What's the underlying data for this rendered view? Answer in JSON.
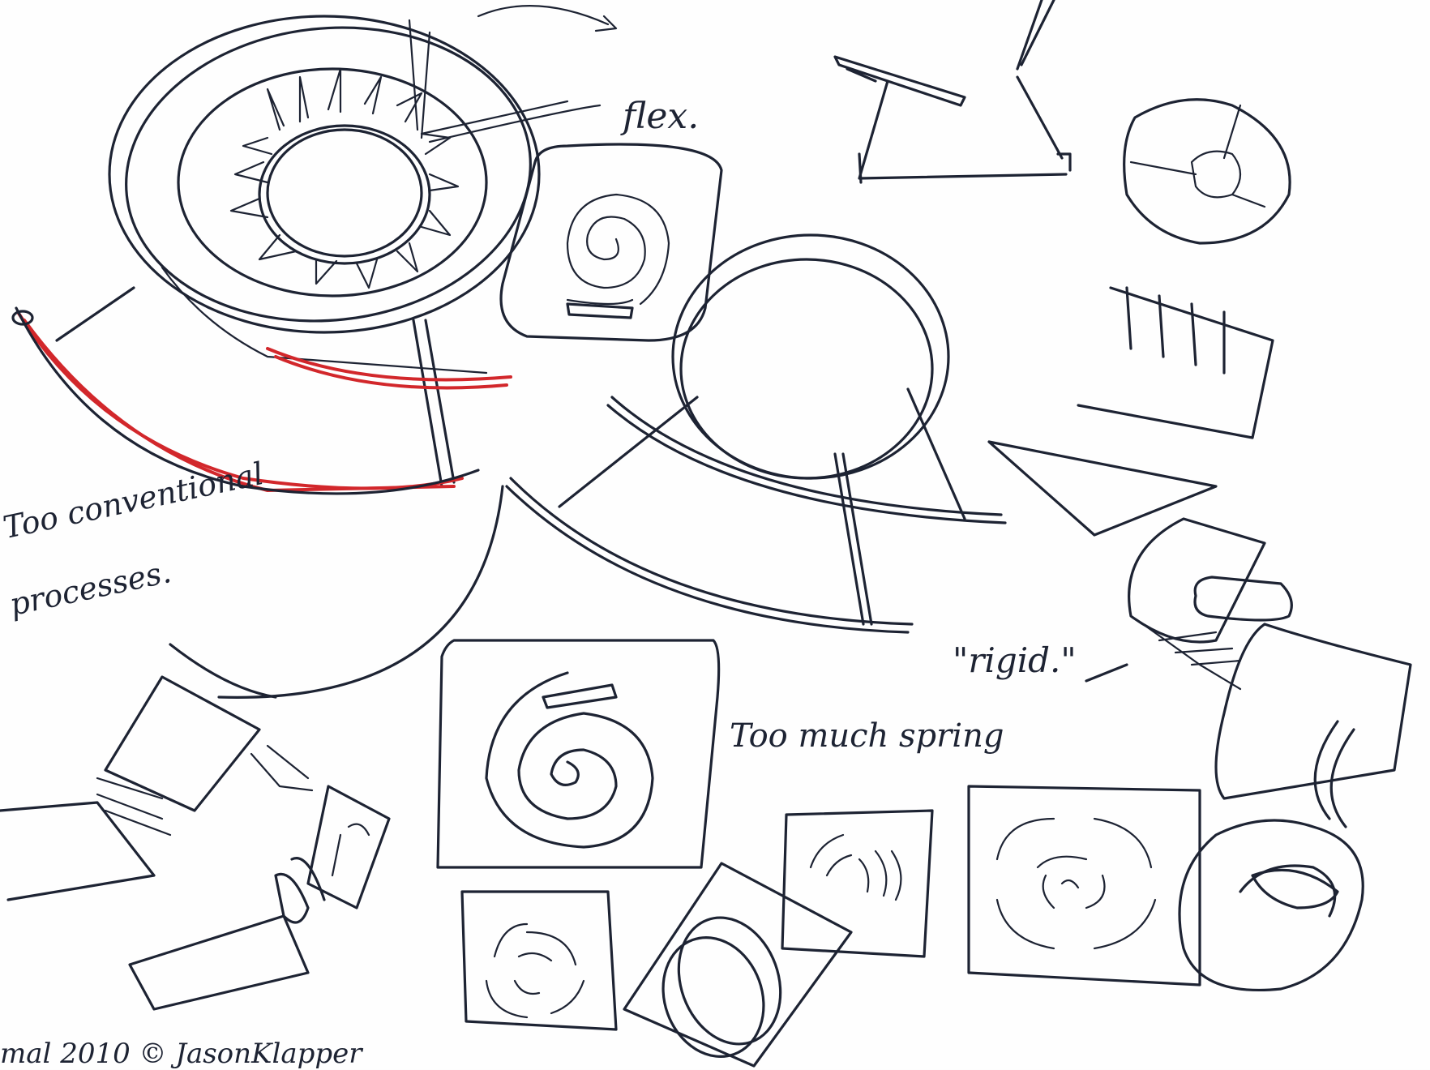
{
  "notes": {
    "flex": "flex.",
    "too_conventional_line1": "Too conventional",
    "too_conventional_line2": "processes.",
    "rigid": "\"rigid.\"",
    "too_much_spring": "Too much spring",
    "copyright": "mal 2010 © JasonKlapper"
  },
  "colors": {
    "ink": "#1d2333",
    "red": "#d2272b",
    "paper": "#fefefe"
  }
}
